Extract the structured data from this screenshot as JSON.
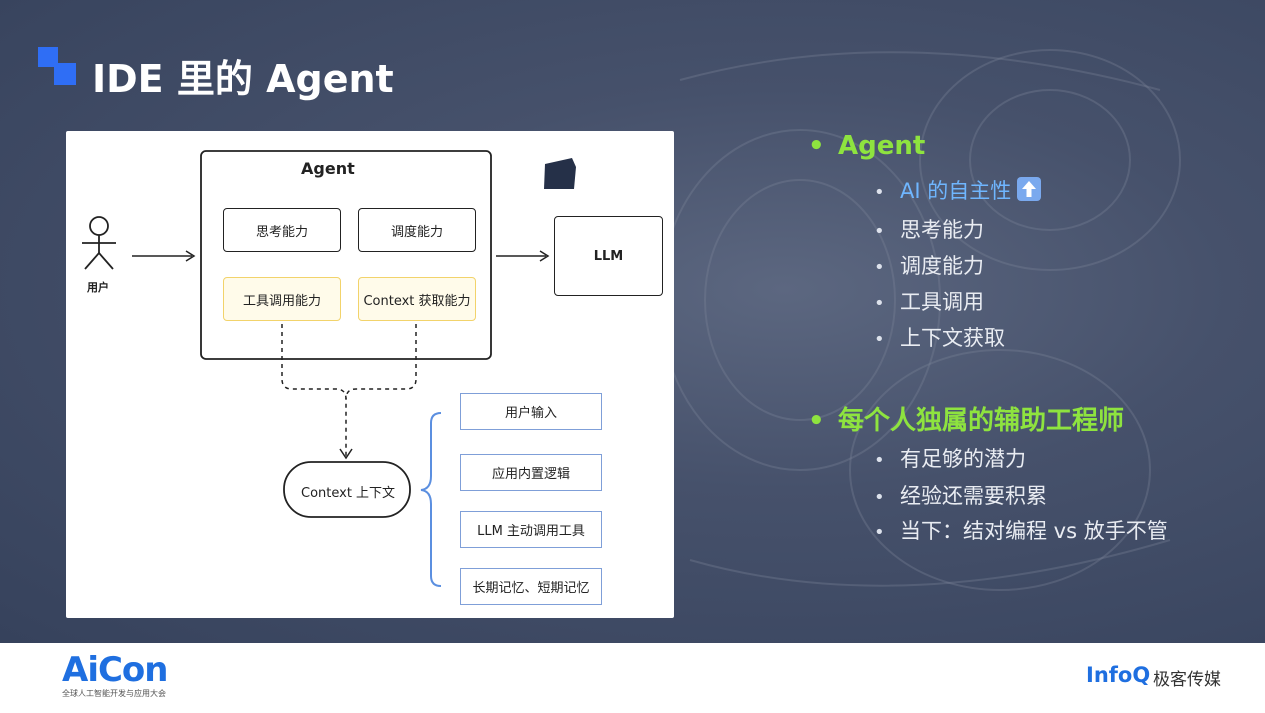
{
  "slide": {
    "title": "IDE 里的 Agent"
  },
  "diagram": {
    "agent_title": "Agent",
    "box_think": "思考能力",
    "box_dispatch": "调度能力",
    "box_tools": "工具调用能力",
    "box_context": "Context 获取能力",
    "user_label": "用户",
    "llm_label": "LLM",
    "context_node": "Context 上下文",
    "sources": [
      "用户输入",
      "应用内置逻辑",
      "LLM 主动调用工具",
      "长期记忆、短期记忆"
    ]
  },
  "bullets": {
    "section1": "Agent",
    "section1_items": [
      "AI 的自主性",
      "思考能力",
      "调度能力",
      "工具调用",
      "上下文获取"
    ],
    "section2": "每个人独属的辅助工程师",
    "section2_items": [
      "有足够的潜力",
      "经验还需要积累",
      "当下：结对编程 vs 放手不管"
    ]
  },
  "footer": {
    "aicon_logo": "AiCon",
    "aicon_sub": "全球人工智能开发与应用大会",
    "infoq_logo": "InfoQ",
    "jike_label": "极客传媒"
  },
  "colors": {
    "accent_blue": "#2f6ef5",
    "bullet_green": "#8ee33f",
    "highlight_blue": "#6fb6ff",
    "background": "#46516b"
  }
}
